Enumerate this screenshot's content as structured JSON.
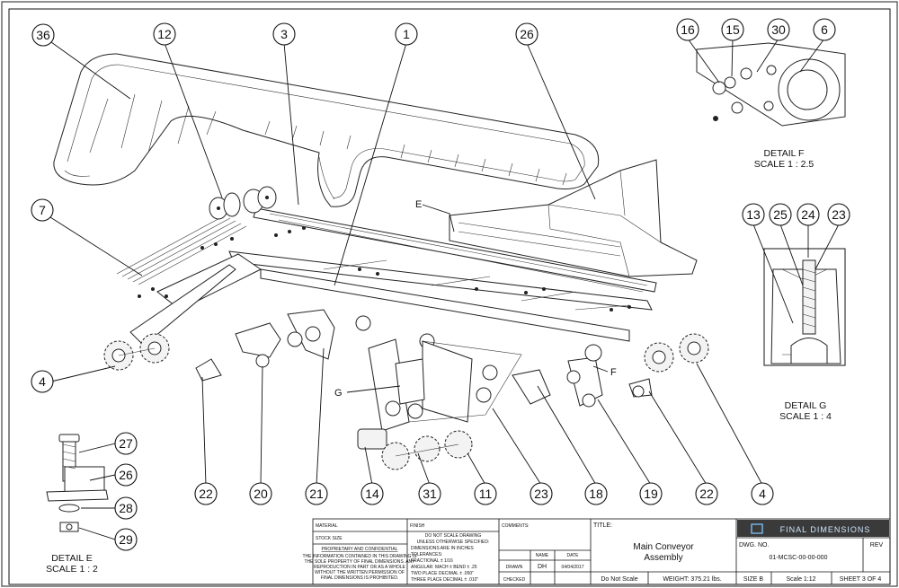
{
  "balloons": [
    "36",
    "12",
    "3",
    "1",
    "26",
    "16",
    "15",
    "30",
    "6",
    "7",
    "13",
    "25",
    "24",
    "23",
    "4",
    "22",
    "20",
    "21",
    "14",
    "31",
    "11",
    "23",
    "18",
    "19",
    "22",
    "4",
    "27",
    "26",
    "28",
    "29"
  ],
  "labels": {
    "E": "E",
    "F": "F",
    "G": "G"
  },
  "details": {
    "f_name": "DETAIL F",
    "f_scale": "SCALE 1 : 2.5",
    "g_name": "DETAIL G",
    "g_scale": "SCALE 1 : 4",
    "e_name": "DETAIL E",
    "e_scale": "SCALE 1 : 2"
  },
  "title_block": {
    "material": "MATERIAL",
    "finish": "FINISH",
    "stock_size": "STOCK SIZE",
    "proprietary_title": "PROPRIETARY AND CONFIDENTIAL",
    "proprietary_text_1": "THE INFORMATION CONTAINED IN THIS DRAWING IS",
    "proprietary_text_2": "THE SOLE PROPERTY OF FINAL DIMENSIONS. ANY",
    "proprietary_text_3": "REPRODUCTION IN PART OR AS A WHOLE",
    "proprietary_text_4": "WITHOUT THE WRITTEN PERMISSION OF",
    "proprietary_text_5": "FINAL DIMENSIONS IS PROHIBITED.",
    "tol_1": "DO NOT SCALE DRAWING",
    "tol_2": "UNLESS OTHERWISE SPECIFIED:",
    "tol_3": "DIMENSIONS ARE IN INCHES",
    "tol_4": "TOLERANCES:",
    "tol_5": "FRACTIONAL ± 1/16",
    "tol_6": "ANGULAR: MACH ±   BEND ± .25",
    "tol_7": "TWO PLACE DECIMAL  ± .050\"",
    "tol_8": "THREE PLACE DECIMAL  ± .010\"",
    "comments": "COMMENTS:",
    "name_hdr": "NAME",
    "date_hdr": "DATE",
    "drawn": "DRAWN",
    "drawn_name": "DH",
    "drawn_date": "04/04/2017",
    "checked": "CHECKED",
    "title_hdr": "TITLE:",
    "title_1": "Main Conveyor",
    "title_2": "Assembly",
    "company": "FINAL DIMENSIONS",
    "dwg_no_label": "DWG.  NO.",
    "dwg_no": "01-MCSC-00-00-000",
    "rev": "REV",
    "do_not_scale": "Do Not Scale",
    "weight": "WEIGHT:  375.21  lbs.",
    "size": "SIZE  B",
    "scale": "Scale    1:12",
    "sheet": "SHEET 3 OF 4"
  }
}
